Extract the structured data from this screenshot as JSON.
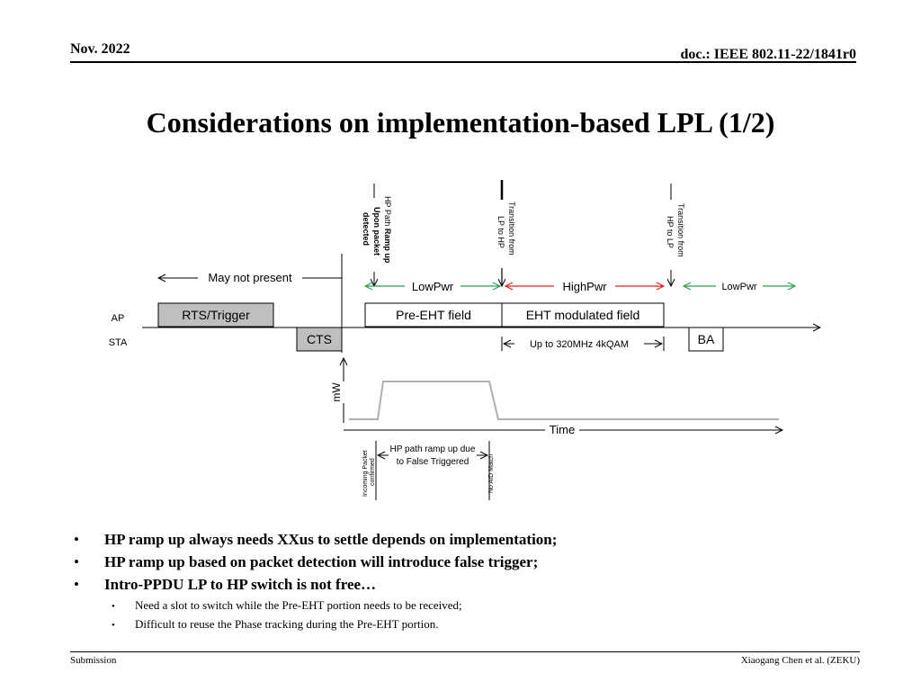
{
  "header": {
    "date": "Nov. 2022",
    "doc_id": "doc.: IEEE 802.11-22/1841r0"
  },
  "title": "Considerations on implementation-based LPL (1/2)",
  "diagram": {
    "markers": {
      "hp_path_ramp_up_line1_a": "HP Path ",
      "hp_path_ramp_up_line1_b": "Ramp up",
      "hp_path_ramp_up_line2": "Upon packet",
      "hp_path_ramp_up_line3": "detected",
      "lp_to_hp_line1": "Transition from",
      "lp_to_hp_line2": "LP to HP",
      "hp_to_lp_line1": "Transition from",
      "hp_to_lp_line2": "HP to LP"
    },
    "may_not_present": "May not present",
    "power_states": {
      "lowpwr_1": "LowPwr",
      "highpwr": "HighPwr",
      "lowpwr_2": "LowPwr"
    },
    "row_labels": {
      "ap": "AP",
      "sta": "STA"
    },
    "frames": {
      "rts_trigger": "RTS/Trigger",
      "pre_eht": "Pre-EHT field",
      "eht_modulated": "EHT modulated field",
      "cts": "CTS",
      "ba": "BA"
    },
    "bandwidth_note": "Up to 320MHz 4kQAM",
    "power_axis_label": "mW",
    "time_axis_label": "Time",
    "false_trigger": {
      "incoming_line1": "Incoming Packet",
      "incoming_line2": "confirmed",
      "note_line1": "HP path ramp up due",
      "note_line2": "to False Triggered",
      "no_aid_match": "No AID Match"
    },
    "colors": {
      "lowpwr_arrow": "#2e9e4f",
      "highpwr_arrow": "#e02020",
      "gray_frame": "#bfbfbf",
      "power_curve": "#b0b0b0"
    }
  },
  "bullets": [
    {
      "text": "HP ramp up always needs XXus to settle depends on implementation;"
    },
    {
      "text": "HP ramp up based on packet detection will introduce false trigger;"
    },
    {
      "text": "Intro-PPDU LP to HP switch is not free…"
    }
  ],
  "sub_bullets": [
    {
      "text": "Need a slot to switch while the Pre-EHT portion needs to be received;"
    },
    {
      "text": "Difficult to reuse the Phase tracking during the Pre-EHT portion."
    }
  ],
  "footer": {
    "left": "Submission",
    "right": "Xiaogang Chen et al. (ZEKU)"
  }
}
